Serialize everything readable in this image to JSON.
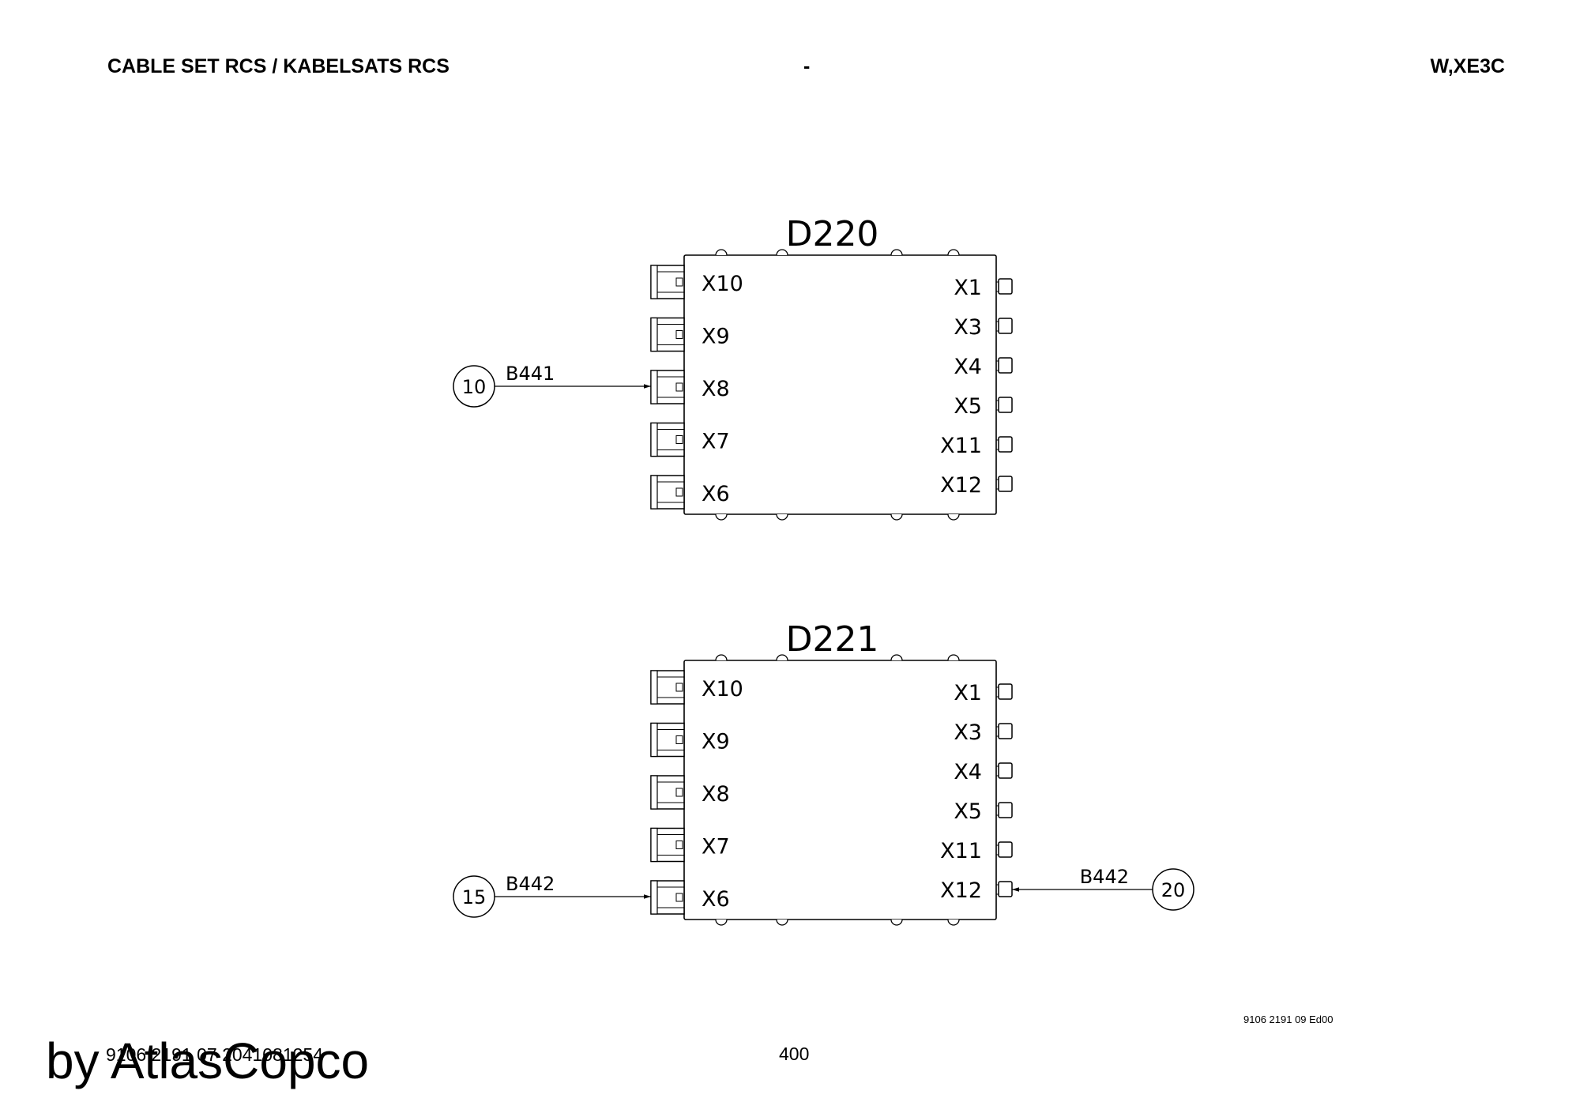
{
  "header": {
    "title_left": "CABLE SET RCS / KABELSATS RCS",
    "title_center": "-",
    "title_right": "W,XE3C"
  },
  "modules": [
    {
      "name": "D220",
      "left_ports": [
        "X10",
        "X9",
        "X8",
        "X7",
        "X6"
      ],
      "right_ports": [
        "X1",
        "X3",
        "X4",
        "X5",
        "X11",
        "X12"
      ],
      "connections": [
        {
          "cable": "B441",
          "ref": "10",
          "side": "left",
          "port": "X8"
        }
      ]
    },
    {
      "name": "D221",
      "left_ports": [
        "X10",
        "X9",
        "X8",
        "X7",
        "X6"
      ],
      "right_ports": [
        "X1",
        "X3",
        "X4",
        "X5",
        "X11",
        "X12"
      ],
      "connections": [
        {
          "cable": "B442",
          "ref": "15",
          "side": "left",
          "port": "X6"
        },
        {
          "cable": "B442",
          "ref": "20",
          "side": "right",
          "port": "X12"
        }
      ]
    }
  ],
  "footer": {
    "doc_code": "9106 2191 09 Ed00",
    "page_number": "400",
    "print_id": "9106 2191 07 2041081254",
    "watermark": "by AtlasCopco"
  }
}
